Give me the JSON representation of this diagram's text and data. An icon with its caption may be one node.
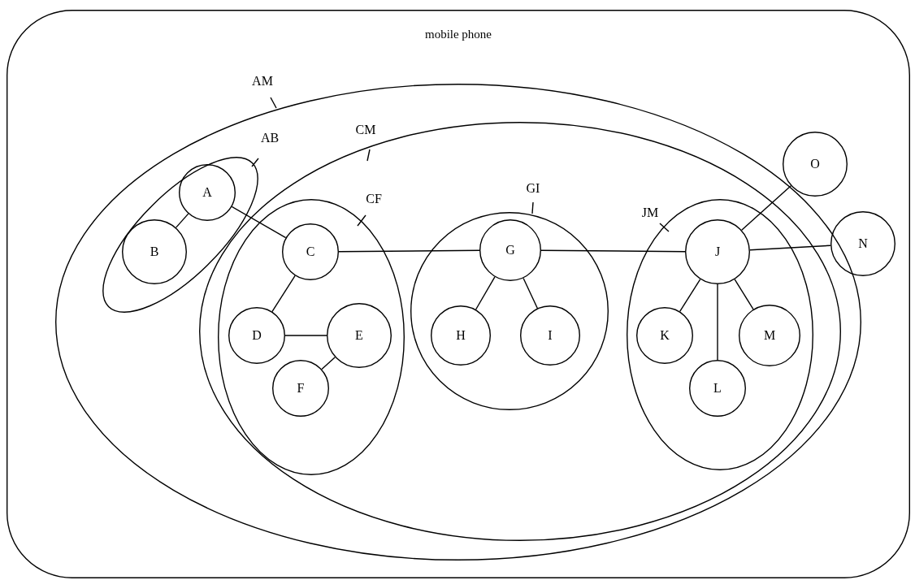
{
  "diagram": {
    "nodes": [
      {
        "text": [
          "mobile phone"
        ]
      },
      {
        "text": [
          "AM"
        ],
        "in": 0
      },
      {
        "text": [
          "AB"
        ],
        "in": 1
      },
      {
        "text": [
          "A"
        ],
        "in": 2
      },
      {
        "text": [
          "B"
        ],
        "in": 2
      },
      {
        "text": [
          "CM"
        ],
        "in": 1
      },
      {
        "text": [
          "CF"
        ],
        "in": 5
      },
      {
        "text": [
          "C"
        ],
        "in": 6
      },
      {
        "text": [
          "D"
        ],
        "in": 6
      },
      {
        "text": [
          "E"
        ],
        "in": 6
      },
      {
        "text": [
          "F"
        ],
        "in": 6
      },
      {
        "text": [
          "GI"
        ],
        "in": 5
      },
      {
        "text": [
          "G"
        ],
        "in": 11
      },
      {
        "text": [
          "H"
        ],
        "in": 11
      },
      {
        "text": [
          "I"
        ],
        "in": 11
      },
      {
        "text": [
          "JM"
        ],
        "in": 5
      },
      {
        "text": [
          "J"
        ],
        "in": 15
      },
      {
        "text": [
          "K"
        ],
        "in": 15
      },
      {
        "text": [
          "M"
        ],
        "in": 15
      },
      {
        "text": [
          "L"
        ],
        "in": 15
      },
      {
        "text": [
          "O"
        ],
        "in": 0
      },
      {
        "text": [
          "N"
        ],
        "in": 0
      }
    ],
    "edges": [
      {
        "from": 3,
        "to": 4,
        "arrow": "none"
      },
      {
        "from": 3,
        "to": 7,
        "arrow": "none"
      },
      {
        "from": 7,
        "to": 8,
        "arrow": "none"
      },
      {
        "from": 8,
        "to": 9,
        "arrow": "none"
      },
      {
        "from": 9,
        "to": 10,
        "arrow": "none"
      },
      {
        "from": 7,
        "to": 12,
        "arrow": "none"
      },
      {
        "from": 12,
        "to": 13,
        "arrow": "none"
      },
      {
        "from": 12,
        "to": 14,
        "arrow": "none"
      },
      {
        "from": 12,
        "to": 16,
        "arrow": "none"
      },
      {
        "from": 16,
        "to": 20,
        "arrow": "none"
      },
      {
        "from": 16,
        "to": 21,
        "arrow": "none"
      },
      {
        "from": 16,
        "to": 17,
        "arrow": "none"
      },
      {
        "from": 16,
        "to": 19,
        "arrow": "none"
      },
      {
        "from": 16,
        "to": 18,
        "arrow": "none"
      }
    ]
  }
}
